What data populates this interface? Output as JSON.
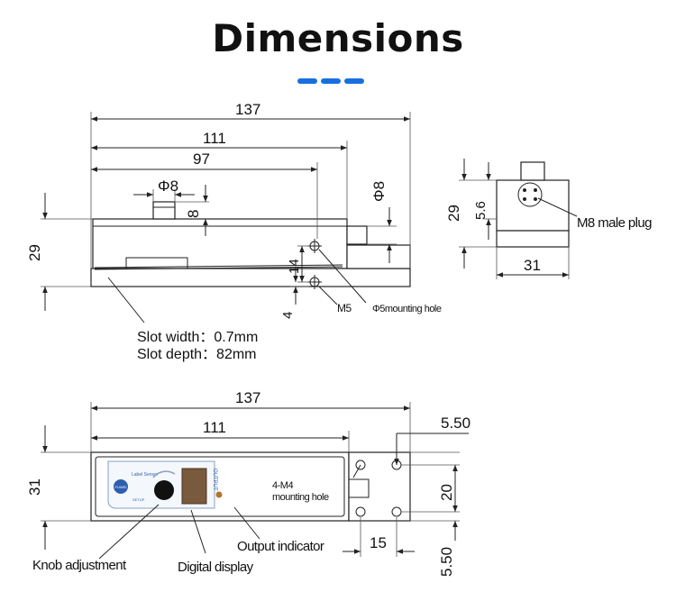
{
  "title": "Dimensions",
  "accent_color": "#1a6fe0",
  "side_view": {
    "dims": {
      "total_length": "137",
      "length_111": "111",
      "length_97": "97",
      "plug_diameter": "Φ8",
      "plug_height": "8",
      "hole_diameter": "Φ8",
      "height": "29",
      "hole_spacing": "14",
      "hole_offset": "4"
    },
    "labels": {
      "m5": "M5",
      "mounting_hole": "Φ5mounting hole"
    },
    "slot_width": "Slot width：0.7mm",
    "slot_depth": "Slot depth：82mm"
  },
  "end_view": {
    "dims": {
      "height": "29",
      "plug_height": "5.6",
      "width": "31"
    },
    "labels": {
      "plug": "M8 male plug"
    }
  },
  "top_view": {
    "dims": {
      "total_length": "137",
      "length_111": "111",
      "width": "31",
      "edge_top": "5.50",
      "hole_spacing_v": "20",
      "hole_spacing_h": "15",
      "edge_bottom": "5.50"
    },
    "labels": {
      "mounting_hole_line1": "4-M4",
      "mounting_hole_line2": "mounting hole",
      "output_indicator": "Output indicator",
      "knob": "Knob adjustment",
      "digital_display": "Digital display"
    },
    "panel": {
      "brand": "FUWEI",
      "model": "Label Sensor",
      "output": "OUTPUT",
      "setup": "SETUP"
    }
  }
}
